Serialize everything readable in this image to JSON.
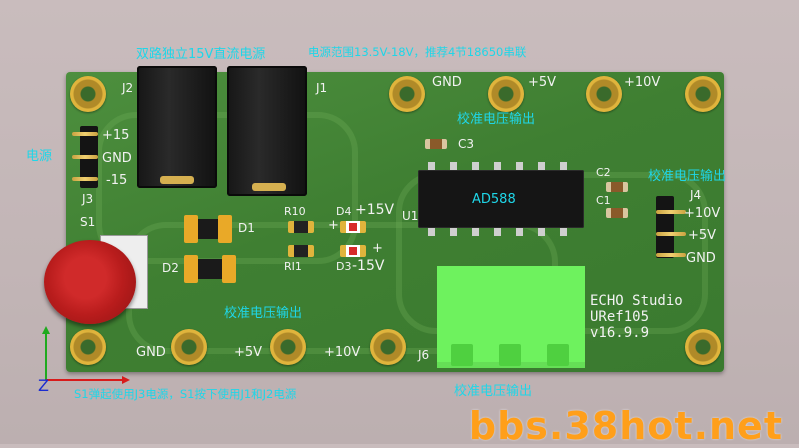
{
  "annotations": {
    "dual_supply": "双路独立15V直流电源",
    "voltage_range": "电源范围13.5V-18V，推荐4节18650串联",
    "power": "电源",
    "calib_out_top": "校准电压输出",
    "calib_out_right": "校准电压输出",
    "calib_out_mid": "校准电压输出",
    "calib_out_bottom": "校准电压输出",
    "s1_note": "S1弹起使用J3电源，S1按下使用J1和J2电源"
  },
  "silkscreen": {
    "j2": "J2",
    "j1": "J1",
    "j3": "J3",
    "j3_p15": "+15",
    "j3_gnd": "GND",
    "j3_m15": "-15",
    "s1": "S1",
    "d1": "D1",
    "d2": "D2",
    "r10": "R10",
    "ri1": "RI1",
    "d4": "D4",
    "d4_v": "+15V",
    "d3": "D3",
    "d3_v": "-15V",
    "plus_a": "+",
    "plus_b": "+",
    "c3": "C3",
    "c2": "C2",
    "c1": "C1",
    "u1": "U1",
    "ic_label": "AD588",
    "j4": "J4",
    "j4_p10": "+10V",
    "j4_p5": "+5V",
    "j4_gnd": "GND",
    "top_gnd": "GND",
    "top_5v": "+5V",
    "top_10v": "+10V",
    "bot_gnd": "GND",
    "bot_5v": "+5V",
    "bot_10v": "+10V",
    "j6": "J6",
    "studio": "ECHO Studio",
    "model": "URef105",
    "version": "v16.9.9"
  },
  "axis": {
    "z": "Z"
  },
  "watermark": "bbs.38hot.net",
  "colors": {
    "board": "#3f7f32",
    "annotation": "#1fd6e8",
    "terminal": "#6ef25e",
    "watermark": "#ff9f1a"
  }
}
